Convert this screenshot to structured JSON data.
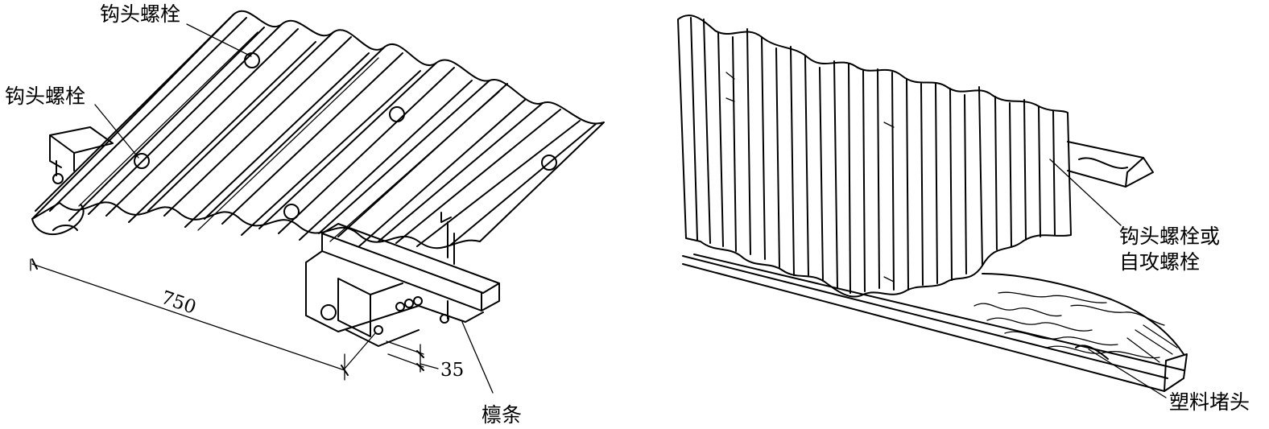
{
  "left_figure": {
    "labels": {
      "hook_bolt_top": "钩头螺栓",
      "hook_bolt_left": "钩头螺栓",
      "purlin": "檩条"
    },
    "dimensions": {
      "width": "750",
      "height": "35"
    }
  },
  "right_figure": {
    "labels": {
      "bolt_line1": "钩头螺栓或",
      "bolt_line2": "自攻螺栓",
      "plastic_plug": "塑料堵头"
    }
  },
  "colors": {
    "line": "#000000",
    "background": "#ffffff"
  }
}
